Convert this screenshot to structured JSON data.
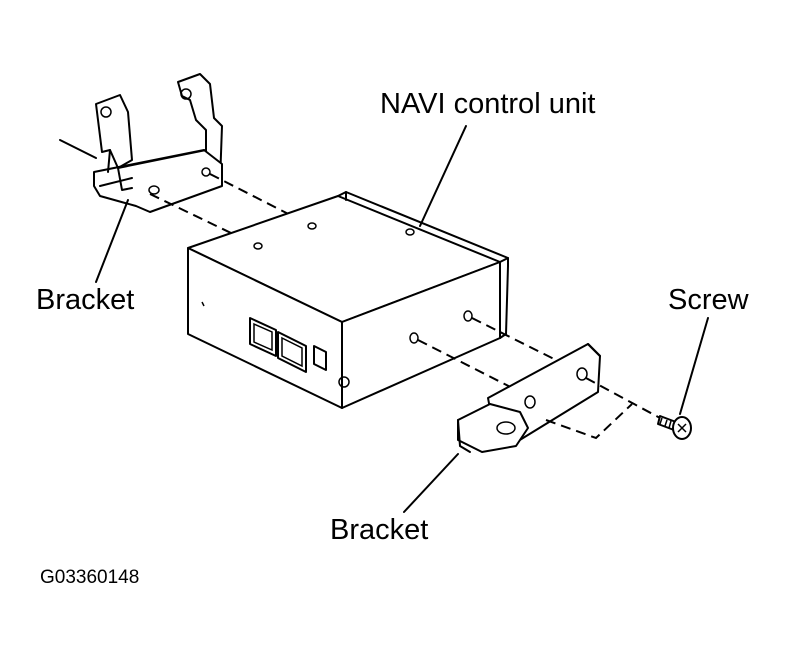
{
  "labels": {
    "navi_control_unit": "NAVI control unit",
    "bracket_left": "Bracket",
    "bracket_bottom": "Bracket",
    "screw": "Screw",
    "figure_code": "G03360148"
  },
  "colors": {
    "ink": "#000000",
    "paper": "#ffffff"
  }
}
